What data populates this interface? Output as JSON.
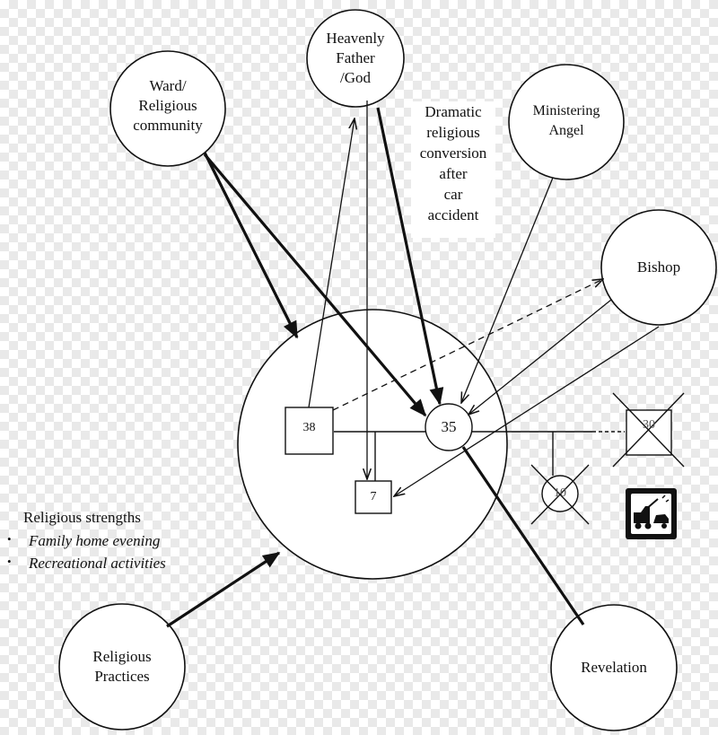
{
  "nodes": {
    "ward": [
      "Ward/",
      "Religious",
      "community"
    ],
    "heavenly_father": [
      "Heavenly",
      "Father",
      "/God"
    ],
    "ministering_angel": [
      "Ministering",
      "Angel"
    ],
    "bishop": "Bishop",
    "revelation": "Revelation",
    "religious_practices": [
      "Religious",
      "Practices"
    ]
  },
  "event_note": [
    "Dramatic",
    "religious",
    "conversion",
    "after",
    "car",
    "accident"
  ],
  "genogram": {
    "male_38": "38",
    "female_35": "35",
    "male_deceased_30": "30",
    "female_deceased_10": "10",
    "child_7": "7"
  },
  "strengths": {
    "title": "Religious strengths",
    "items": [
      "Family home evening",
      "Recreational activities"
    ]
  },
  "icons": {
    "car_accident": "tow-truck-icon"
  },
  "colors": {
    "ink": "#111111",
    "background": "#ffffff"
  }
}
